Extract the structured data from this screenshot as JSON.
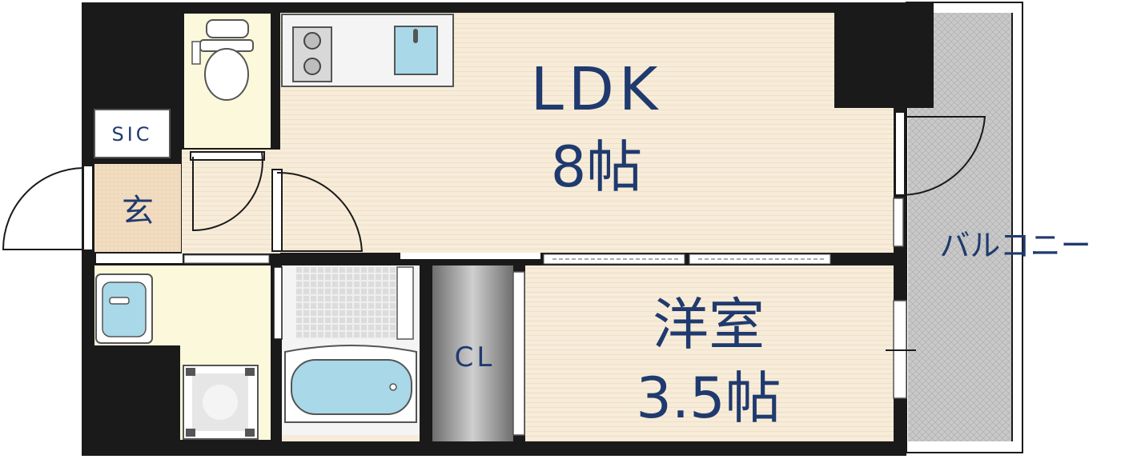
{
  "floorplan": {
    "rooms": {
      "ldk": {
        "label": "LDK",
        "size": "8帖"
      },
      "western": {
        "label": "洋室",
        "size": "3.5帖"
      },
      "entrance": {
        "label": "玄"
      },
      "sic": {
        "label": "SIC"
      },
      "closet": {
        "label": "CL"
      },
      "balcony": {
        "label": "バルコニー"
      }
    },
    "colors": {
      "wall": "#1a1a1a",
      "ldk_floor": "#f7ecd9",
      "wet_floor": "#fbf8dc",
      "entrance_floor": "#f2dcc0",
      "balcony_floor": "#c8c8c8",
      "fixture_blue": "#a9d8e8",
      "text": "#1f3a6e"
    }
  }
}
